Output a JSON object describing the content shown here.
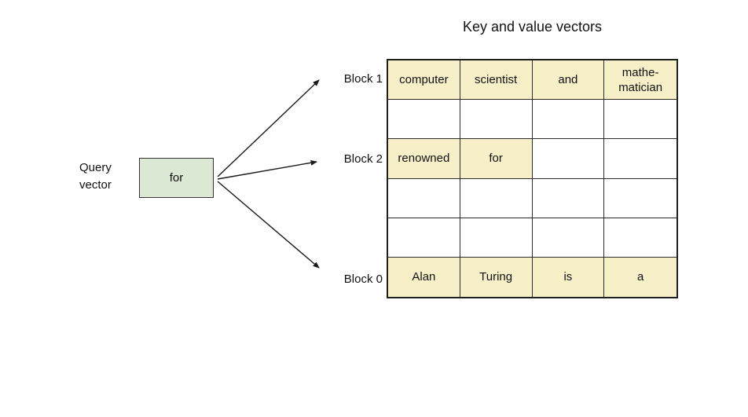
{
  "title": "Key and value vectors",
  "query_vector": {
    "label": "Query\nvector",
    "token": "for"
  },
  "block_labels": {
    "block1": "Block 1",
    "block2": "Block 2",
    "block0": "Block 0"
  },
  "colors": {
    "cell_highlight": "#F7EFC7",
    "query_box_fill": "#DAE8D4",
    "line": "#1a1a1a"
  },
  "table": {
    "columns": 4,
    "rows": [
      {
        "block": "Block 1",
        "cells": [
          "computer",
          "scientist",
          "and",
          "mathe-\nmatician"
        ],
        "highlighted": [
          true,
          true,
          true,
          true
        ]
      },
      {
        "block": "",
        "cells": [
          "",
          "",
          "",
          ""
        ],
        "highlighted": [
          false,
          false,
          false,
          false
        ]
      },
      {
        "block": "Block 2",
        "cells": [
          "renowned",
          "for",
          "",
          ""
        ],
        "highlighted": [
          true,
          true,
          false,
          false
        ]
      },
      {
        "block": "",
        "cells": [
          "",
          "",
          "",
          ""
        ],
        "highlighted": [
          false,
          false,
          false,
          false
        ]
      },
      {
        "block": "",
        "cells": [
          "",
          "",
          "",
          ""
        ],
        "highlighted": [
          false,
          false,
          false,
          false
        ]
      },
      {
        "block": "Block 0",
        "cells": [
          "Alan",
          "Turing",
          "is",
          "a"
        ],
        "highlighted": [
          true,
          true,
          true,
          true
        ]
      }
    ]
  }
}
